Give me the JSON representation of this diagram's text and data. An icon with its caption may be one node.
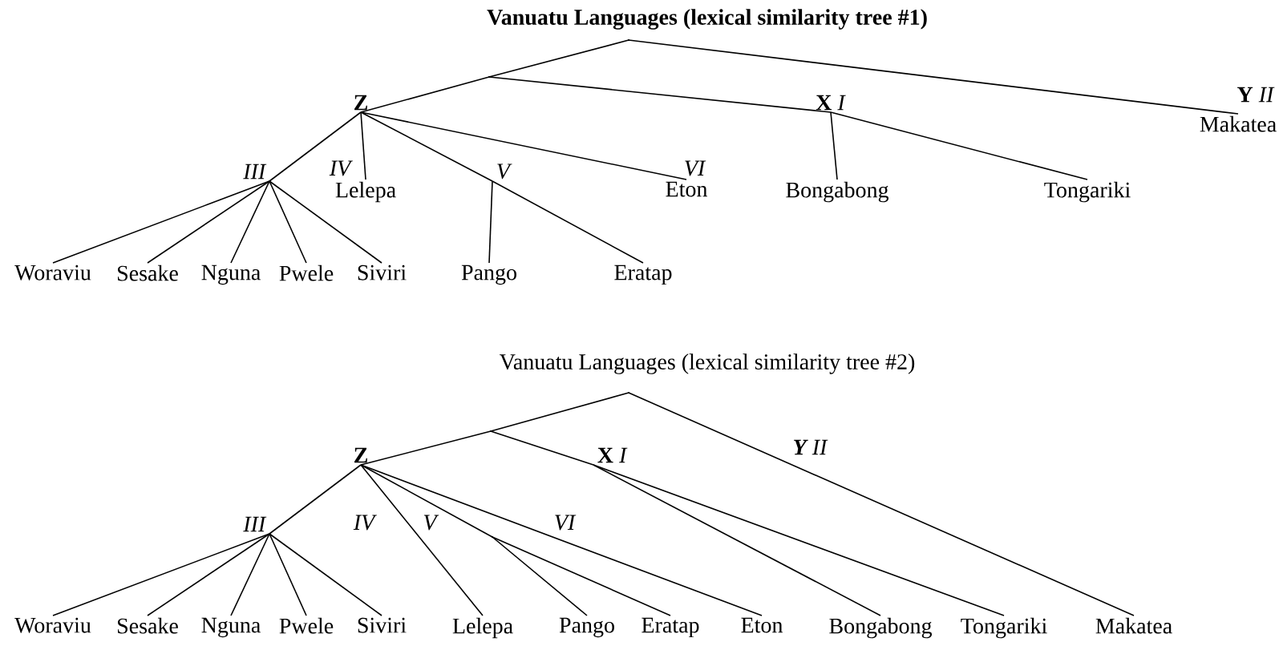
{
  "diagram": {
    "title": "Vanuatu Languages (lexical similarity tree #1)",
    "nodes": [
      {
        "text": [],
        "shape": "point"
      },
      {
        "text": [],
        "shape": "point"
      },
      {
        "text": [
          "Z"
        ]
      },
      {
        "text": [
          "**X** *I*"
        ]
      },
      {
        "text": [
          "Makatea"
        ],
        "beside": [
          "**Y** *II*"
        ]
      },
      {
        "text": [
          "III"
        ]
      },
      {
        "text": [
          "Lelepa"
        ]
      },
      {
        "text": [
          "V"
        ]
      },
      {
        "text": [
          "Eton"
        ]
      },
      {
        "text": [
          "Bongabong"
        ]
      },
      {
        "text": [
          "Tongariki"
        ]
      },
      {
        "text": [
          "Woraviu"
        ]
      },
      {
        "text": [
          "Sesake"
        ]
      },
      {
        "text": [
          "Nguna"
        ]
      },
      {
        "text": [
          "Pwele"
        ]
      },
      {
        "text": [
          "Siviri"
        ]
      },
      {
        "text": [
          "Pango"
        ]
      },
      {
        "text": [
          "Eratap"
        ]
      },
      {
        "text": [],
        "shape": "point"
      },
      {
        "text": [],
        "shape": "point"
      },
      {
        "text": [
          "Z"
        ]
      },
      {
        "text": [
          "**X** *I*"
        ]
      },
      {
        "text": [
          "III"
        ]
      },
      {
        "text": [],
        "shape": "point"
      },
      {
        "text": [
          "Woraviu"
        ]
      },
      {
        "text": [
          "Sesake"
        ]
      },
      {
        "text": [
          "Nguna"
        ]
      },
      {
        "text": [
          "Pwele"
        ]
      },
      {
        "text": [
          "Siviri"
        ]
      },
      {
        "text": [
          "Lelepa"
        ]
      },
      {
        "text": [
          "Pango"
        ]
      },
      {
        "text": [
          "Eratap"
        ]
      },
      {
        "text": [
          "Eton"
        ]
      },
      {
        "text": [
          "Bongabong"
        ]
      },
      {
        "text": [
          "Tongariki"
        ]
      },
      {
        "text": [
          "Makatea"
        ]
      }
    ],
    "edges": [
      {
        "from": 0,
        "to": 1,
        "arrow": "none"
      },
      {
        "from": 1,
        "to": 2,
        "arrow": "none"
      },
      {
        "from": 1,
        "to": 3,
        "arrow": "none"
      },
      {
        "from": 0,
        "to": 4,
        "arrow": "none"
      },
      {
        "from": 2,
        "to": 5,
        "arrow": "none"
      },
      {
        "from": 2,
        "to": 6,
        "arrow": "none",
        "label": "IV"
      },
      {
        "from": 2,
        "to": 7,
        "arrow": "none"
      },
      {
        "from": 2,
        "to": 8,
        "arrow": "none",
        "label": "VI"
      },
      {
        "from": 3,
        "to": 9,
        "arrow": "none"
      },
      {
        "from": 3,
        "to": 10,
        "arrow": "none"
      },
      {
        "from": 5,
        "to": 11,
        "arrow": "none"
      },
      {
        "from": 5,
        "to": 12,
        "arrow": "none"
      },
      {
        "from": 5,
        "to": 13,
        "arrow": "none"
      },
      {
        "from": 5,
        "to": 14,
        "arrow": "none"
      },
      {
        "from": 5,
        "to": 15,
        "arrow": "none"
      },
      {
        "from": 7,
        "to": 16,
        "arrow": "none"
      },
      {
        "from": 7,
        "to": 17,
        "arrow": "none"
      },
      {
        "from": 18,
        "to": 19,
        "arrow": "none"
      },
      {
        "from": 19,
        "to": 20,
        "arrow": "none"
      },
      {
        "from": 19,
        "to": 21,
        "arrow": "none"
      },
      {
        "from": 18,
        "to": 35,
        "arrow": "none",
        "label": "**Y** *II*"
      },
      {
        "from": 20,
        "to": 22,
        "arrow": "none"
      },
      {
        "from": 20,
        "to": 29,
        "arrow": "none",
        "label": "IV"
      },
      {
        "from": 20,
        "to": 23,
        "arrow": "none",
        "label": "V"
      },
      {
        "from": 20,
        "to": 32,
        "arrow": "none",
        "label": "VI"
      },
      {
        "from": 21,
        "to": 33,
        "arrow": "none"
      },
      {
        "from": 21,
        "to": 34,
        "arrow": "none"
      },
      {
        "from": 22,
        "to": 24,
        "arrow": "none"
      },
      {
        "from": 22,
        "to": 25,
        "arrow": "none"
      },
      {
        "from": 22,
        "to": 26,
        "arrow": "none"
      },
      {
        "from": 22,
        "to": 27,
        "arrow": "none"
      },
      {
        "from": 22,
        "to": 28,
        "arrow": "none"
      },
      {
        "from": 23,
        "to": 30,
        "arrow": "none"
      },
      {
        "from": 23,
        "to": 31,
        "arrow": "none"
      }
    ],
    "labels": [
      "Vanuatu Languages (lexical similarity tree #2)"
    ]
  }
}
